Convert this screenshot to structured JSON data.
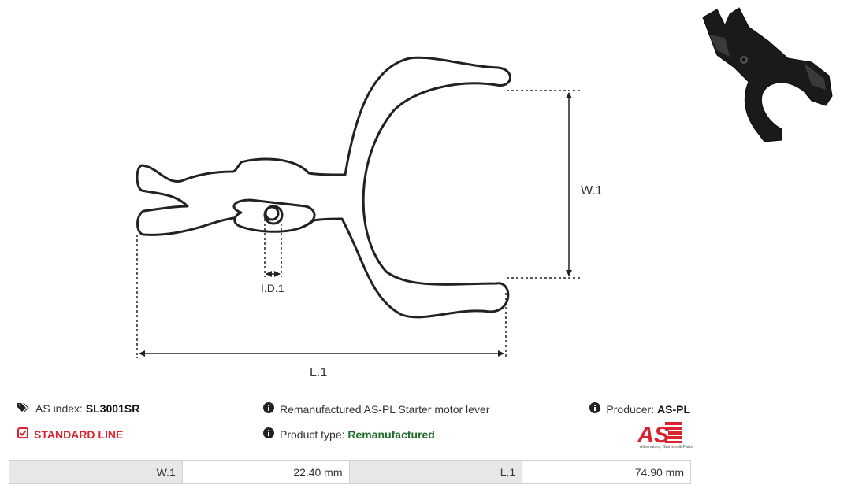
{
  "drawing": {
    "labels": {
      "width": "W.1",
      "inner_diameter": "I.D.1",
      "length": "L.1"
    }
  },
  "info": {
    "as_index_label": "AS index:",
    "as_index_value": "SL3001SR",
    "product_line": "STANDARD LINE",
    "description": "Remanufactured AS-PL Starter motor lever",
    "product_type_label": "Product type:",
    "product_type_value": "Remanufactured",
    "producer_label": "Producer:",
    "producer_value": "AS-PL"
  },
  "logo": {
    "text": "AS",
    "tagline": "Alternators, Starters & Parts"
  },
  "specs": [
    {
      "label": "W.1",
      "value": "22.40 mm"
    },
    {
      "label": "L.1",
      "value": "74.90 mm"
    }
  ],
  "colors": {
    "accent_red": "#d9232e",
    "type_green": "#1e6b2a",
    "table_label_bg": "#e7e7e7"
  },
  "icons": [
    "tags-icon",
    "info-circle-icon",
    "check-square-icon"
  ]
}
